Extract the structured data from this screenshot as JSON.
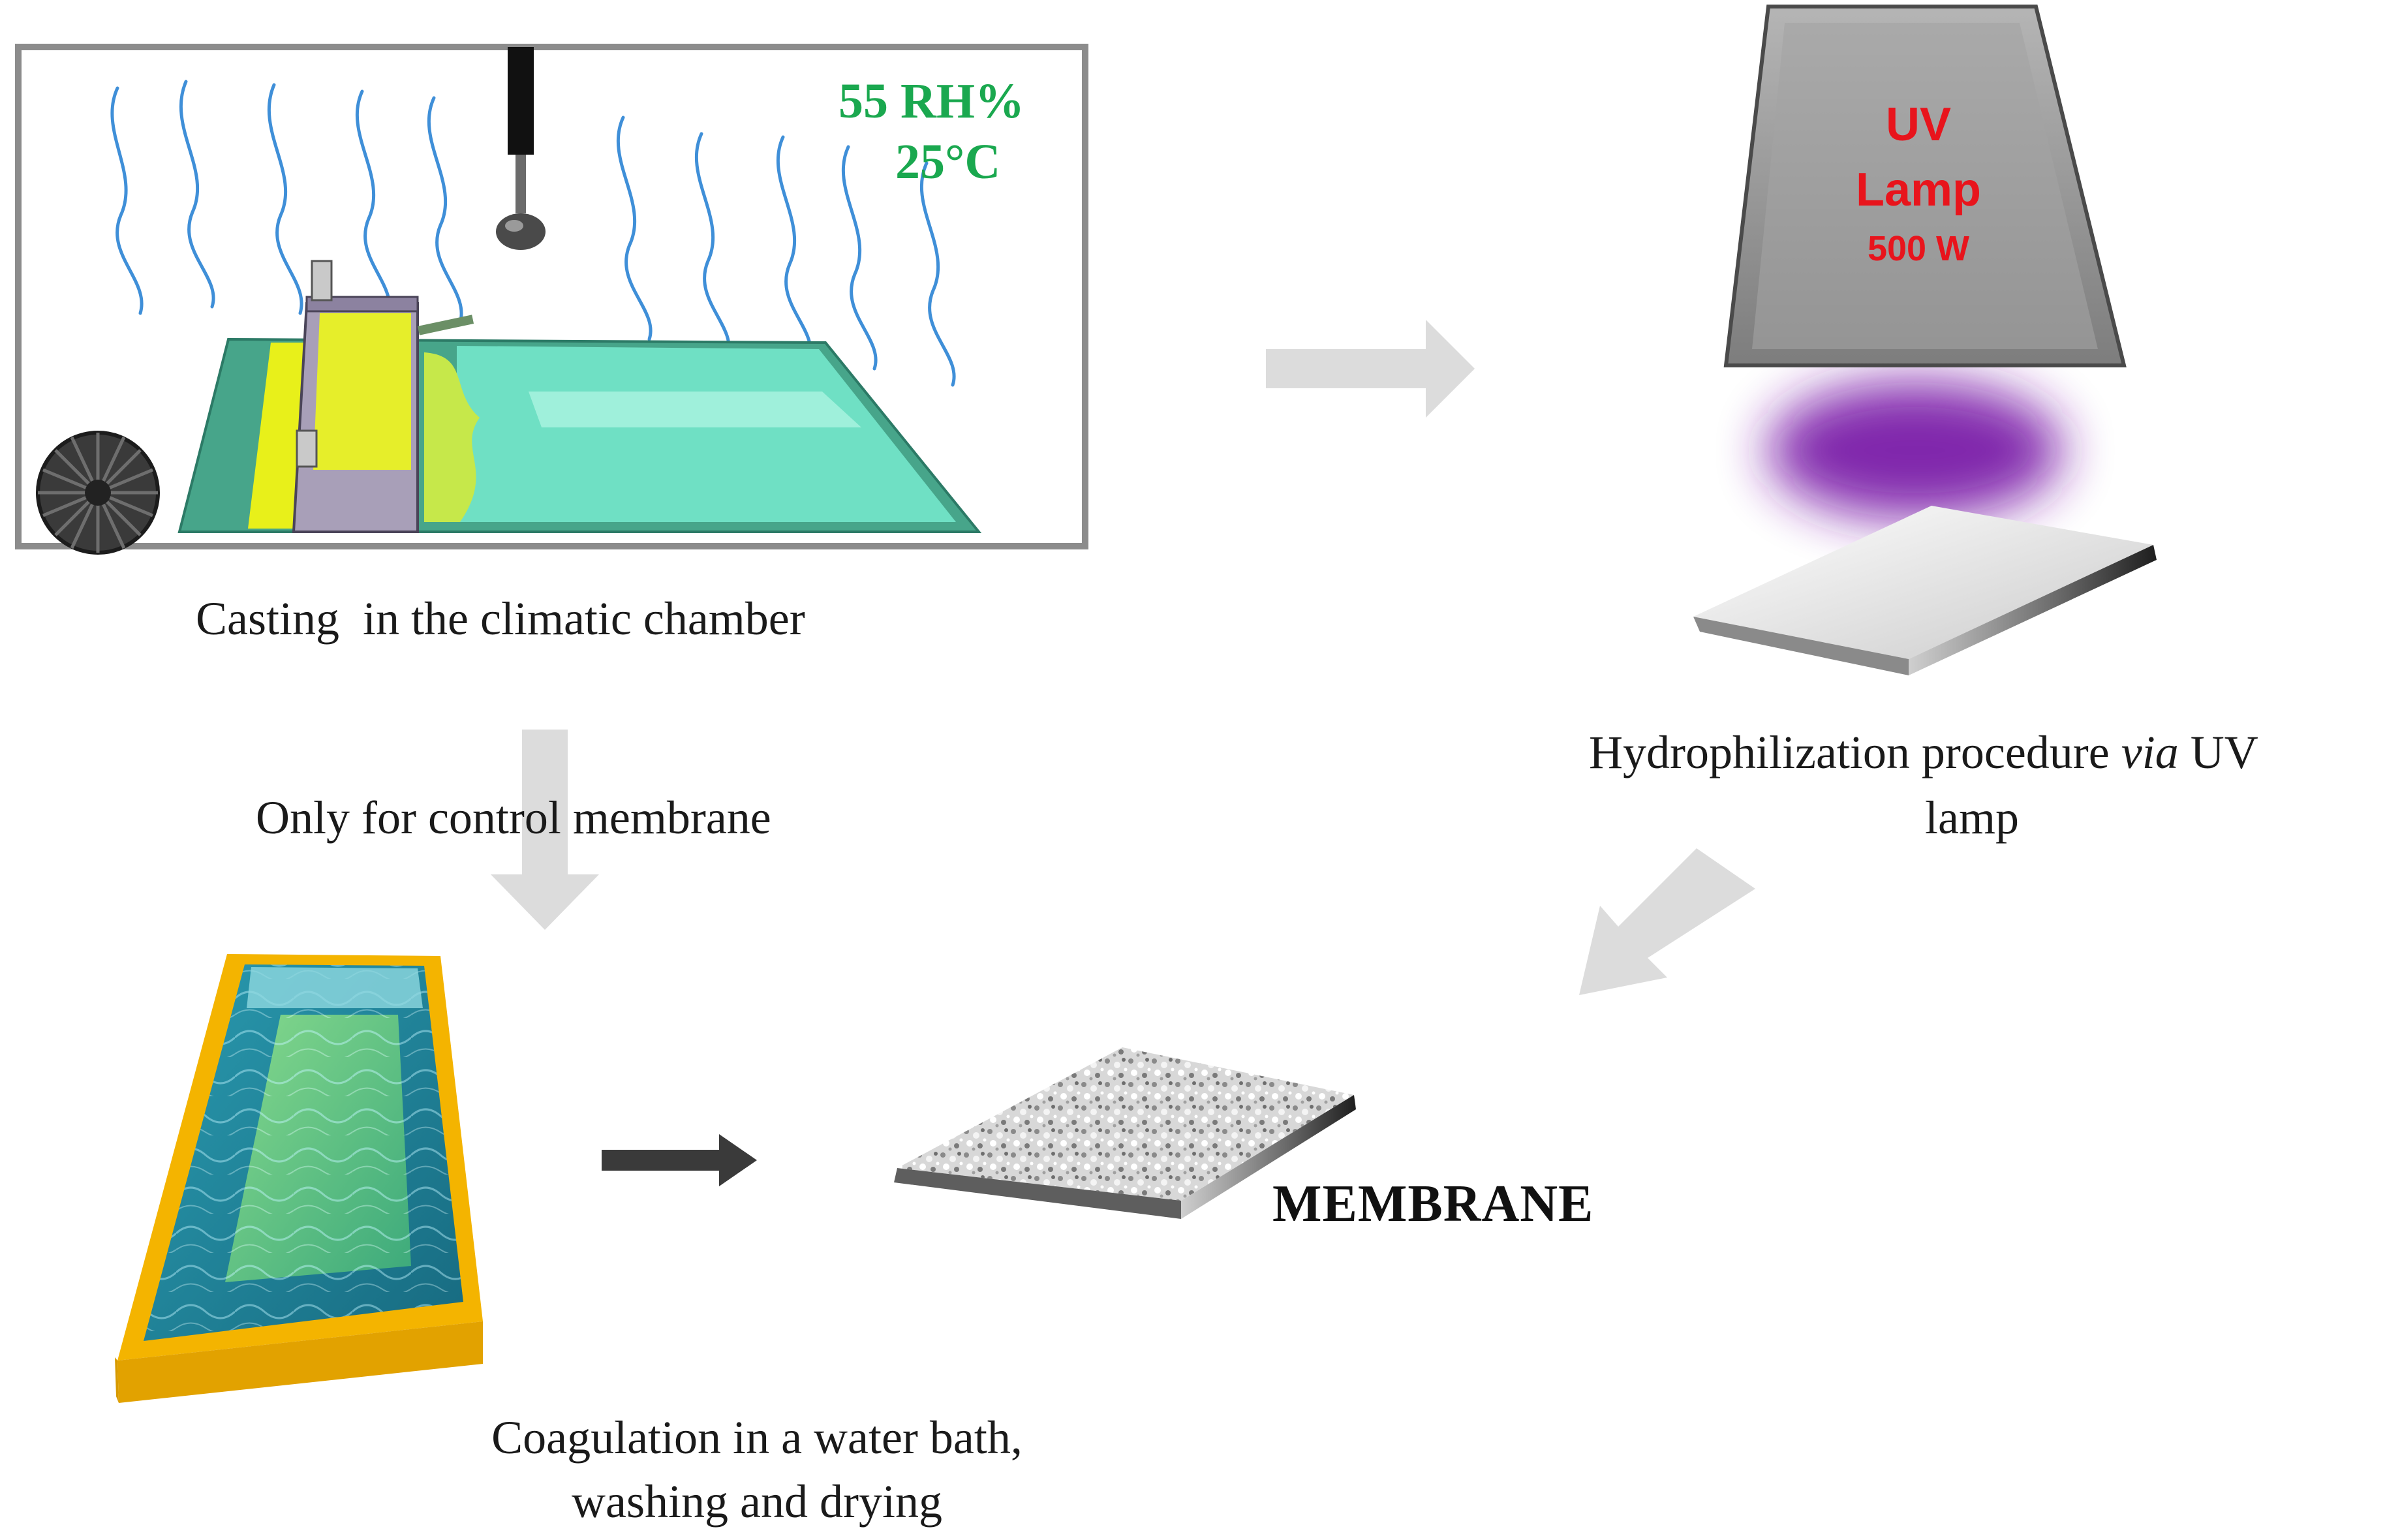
{
  "chamber": {
    "conditions": {
      "humidity": "55 RH%",
      "temperature": "25°C"
    },
    "caption": "Casting  in the climatic chamber"
  },
  "uv_step": {
    "lamp": {
      "line1": "UV",
      "line2": "Lamp",
      "power": "500 W"
    },
    "caption_prefix": "Hydrophilization procedure ",
    "caption_italic": "via",
    "caption_suffix": " UV",
    "caption_line2": "lamp"
  },
  "control_note": "Only for control membrane",
  "coagulation": {
    "caption_line1": "Coagulation in a water bath,",
    "caption_line2": "washing and drying"
  },
  "product_label": "MEMBRANE",
  "colors": {
    "condition_text": "#1aa84f",
    "lamp_text": "#e8141c",
    "uv_glow": "#7a1fa8",
    "light_arrow": "#dcdcdc",
    "dark_arrow": "#3a3a3a",
    "bath_frame": "#f4b400",
    "casting_film": "#6fe0c4",
    "casting_solution": "#e8f01a"
  }
}
